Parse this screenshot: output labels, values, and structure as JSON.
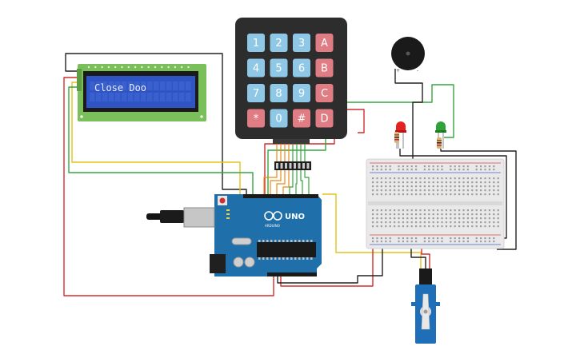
{
  "lcd": {
    "text": "Close Doo"
  },
  "keypad": {
    "rows": [
      [
        "1",
        "2",
        "3",
        "A"
      ],
      [
        "4",
        "5",
        "6",
        "B"
      ],
      [
        "7",
        "8",
        "9",
        "C"
      ],
      [
        "*",
        "0",
        "#",
        "D"
      ]
    ],
    "number_key_color": "#8fc8e6",
    "letter_key_color": "#e07c84"
  },
  "arduino": {
    "logo": "UNO",
    "brand": "ARDUINO",
    "board_color": "#1f6fab"
  },
  "colors": {
    "wire_red": "#d12d2d",
    "wire_black": "#222222",
    "wire_green": "#36a540",
    "wire_yellow": "#e3c21a",
    "wire_orange": "#e88a1a",
    "lcd_board": "#7bbf5b",
    "lcd_screen": "#2f54c4",
    "servo_body": "#1f6fb8",
    "led_red": "#e42020",
    "led_green": "#2fa33a"
  }
}
